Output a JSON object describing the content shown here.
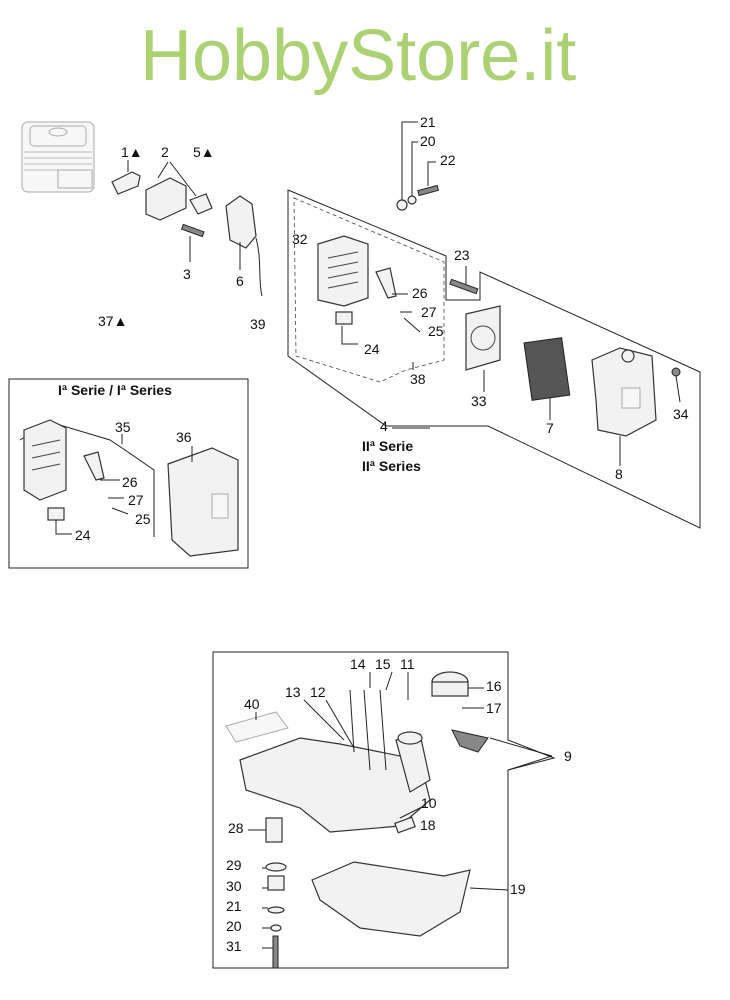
{
  "watermark": "HobbyStore.it",
  "top_left": {
    "l1": "1▲",
    "l2": "2",
    "l5": "5▲",
    "l3": "3",
    "l6": "6",
    "l39": "39",
    "l37": "37▲"
  },
  "series2": {
    "l21": "21",
    "l20": "20",
    "l22": "22",
    "l32": "32",
    "l23": "23",
    "l26": "26",
    "l27": "27",
    "l25": "25",
    "l24": "24",
    "l38": "38",
    "l33": "33",
    "l7": "7",
    "l34": "34",
    "l4": "4",
    "l8": "8",
    "caption_it": "IIª Serie",
    "caption_en": "IIª Series"
  },
  "series1_box": {
    "title": "Iª Serie / Iª Series",
    "l35": "35",
    "l36": "36",
    "l26": "26",
    "l27": "27",
    "l25": "25",
    "l24": "24"
  },
  "tank": {
    "l14": "14",
    "l15": "15",
    "l11": "11",
    "l13": "13",
    "l12": "12",
    "l16": "16",
    "l17": "17",
    "l40": "40",
    "l9": "9",
    "l10": "10",
    "l18": "18",
    "l28": "28",
    "l29": "29",
    "l30": "30",
    "l21": "21",
    "l20": "20",
    "l31": "31",
    "l19": "19"
  }
}
